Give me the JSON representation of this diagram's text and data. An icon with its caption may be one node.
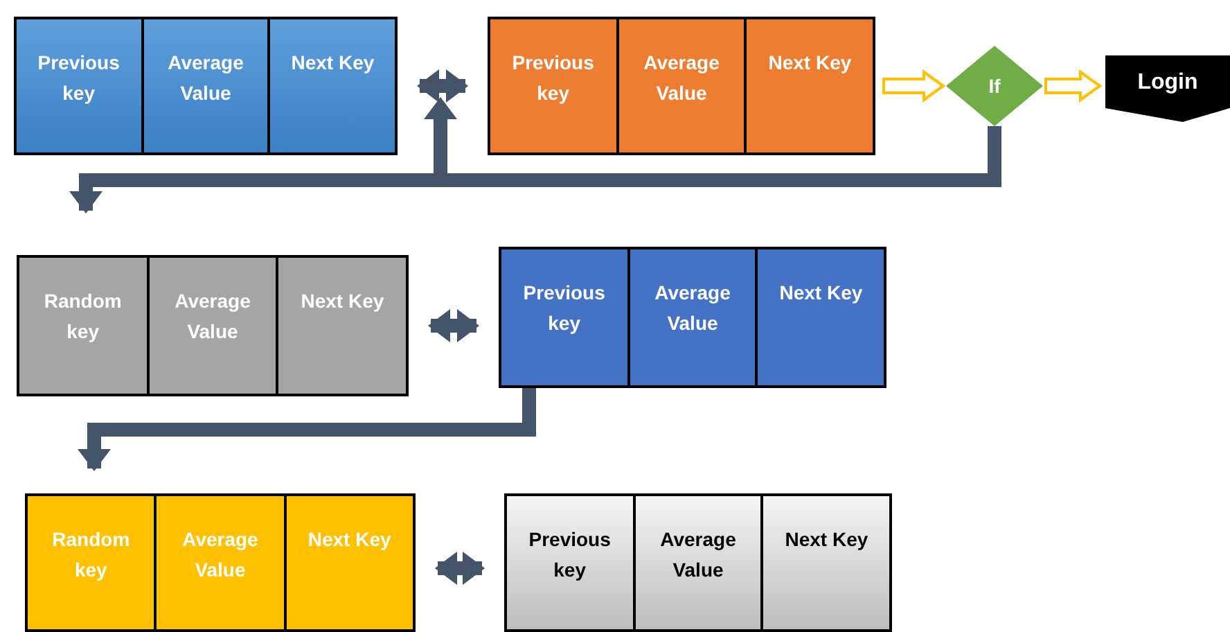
{
  "diagram": {
    "nodes": [
      {
        "text": [],
        "shape": "box"
      },
      {
        "text": [
          "Previous key"
        ],
        "in": 0
      },
      {
        "text": [
          "Average Value"
        ],
        "in": 0
      },
      {
        "text": [
          "Next Key"
        ],
        "in": 0
      },
      {
        "text": [],
        "shape": "box"
      },
      {
        "text": [
          "Previous key"
        ],
        "in": 4
      },
      {
        "text": [
          "Average Value"
        ],
        "in": 4
      },
      {
        "text": [
          "Next Key"
        ],
        "in": 4
      },
      {
        "text": [
          "If"
        ]
      },
      {
        "text": [
          "Login"
        ]
      },
      {
        "text": [],
        "shape": "box"
      },
      {
        "text": [
          "Random key"
        ],
        "in": 10
      },
      {
        "text": [
          "Average Value"
        ],
        "in": 10
      },
      {
        "text": [
          "Next Key"
        ],
        "in": 10
      },
      {
        "text": [],
        "shape": "box"
      },
      {
        "text": [
          "Previous key"
        ],
        "in": 14
      },
      {
        "text": [
          "Average Value"
        ],
        "in": 14
      },
      {
        "text": [
          "Next Key"
        ],
        "in": 14
      },
      {
        "text": [],
        "shape": "box"
      },
      {
        "text": [
          "Random key"
        ],
        "in": 18
      },
      {
        "text": [
          "Average Value"
        ],
        "in": 18
      },
      {
        "text": [
          "Next Key"
        ],
        "in": 18
      },
      {
        "text": [],
        "shape": "box"
      },
      {
        "text": [
          "Previous key"
        ],
        "in": 22
      },
      {
        "text": [
          "Average Value"
        ],
        "in": 22
      },
      {
        "text": [
          "Next Key"
        ],
        "in": 22
      }
    ],
    "edges": [
      {
        "from": 0,
        "to": 4,
        "arrow": "both"
      },
      {
        "from": 4,
        "to": 8,
        "arrow": "to",
        "color": "#ffc000"
      },
      {
        "from": 8,
        "to": 9,
        "arrow": "to",
        "color": "#ffc000"
      },
      {
        "from": 8,
        "to": 10,
        "arrow": "to"
      },
      {
        "from": 10,
        "to": 14,
        "arrow": "both"
      },
      {
        "from": 14,
        "to": 18,
        "arrow": "to"
      },
      {
        "from": 18,
        "to": 22,
        "arrow": "both"
      }
    ]
  }
}
